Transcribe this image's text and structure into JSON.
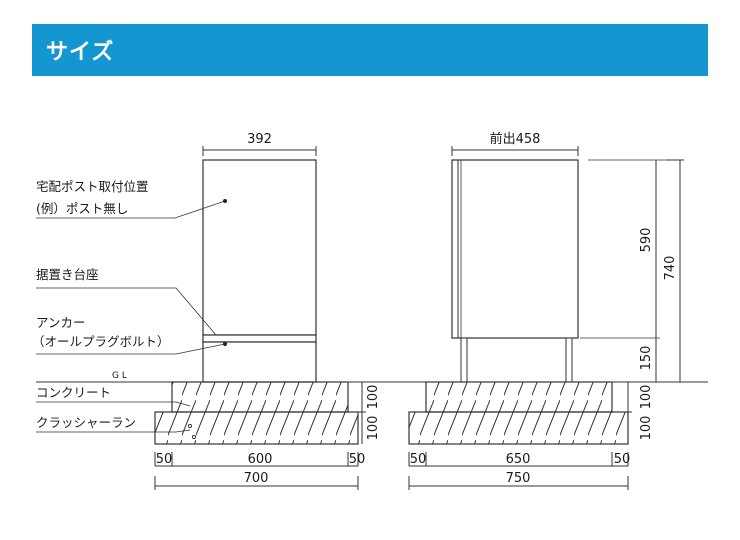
{
  "header": {
    "title": "サイズ"
  },
  "colors": {
    "accent": "#1496d0",
    "line": "#333333",
    "concrete": "#ffffff"
  },
  "labels": {
    "mount": "宅配ポスト取付位置",
    "example": "(例）ポスト無し",
    "pedestal": "据置き台座",
    "anchor1": "アンカー",
    "anchor2": "（オールプラグボルト）",
    "gl": "G L",
    "concrete": "コンクリート",
    "crusher": "クラッシャーラン"
  },
  "front": {
    "width": "392",
    "base_l": "50",
    "base_mid": "600",
    "base_r": "50",
    "base_total": "700",
    "h_concrete": "100",
    "h_crusher": "100"
  },
  "side": {
    "depth": "前出458",
    "h_box": "590",
    "h_leg": "150",
    "h_total": "740",
    "h_concrete": "100",
    "h_crusher": "100",
    "base_l": "50",
    "base_mid": "650",
    "base_r": "50",
    "base_total": "750"
  }
}
